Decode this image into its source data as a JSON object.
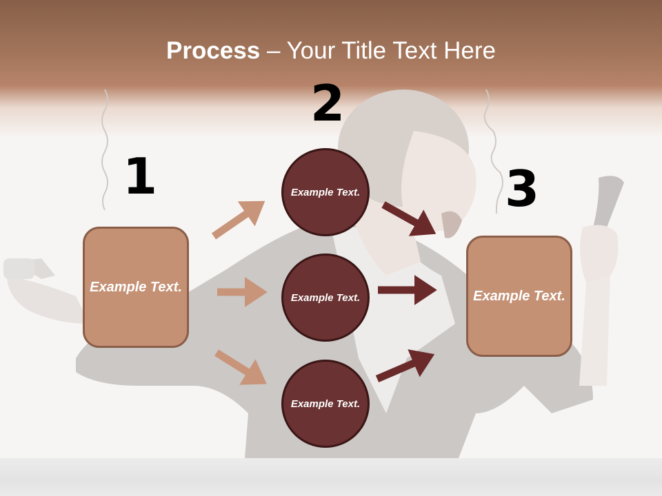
{
  "slide": {
    "title_bold": "Process",
    "title_rest": " – Your Title Text Here"
  },
  "steps": [
    {
      "number": "1",
      "label": "Example Text."
    },
    {
      "number": "2",
      "label": ""
    },
    {
      "number": "3",
      "label": "Example Text."
    }
  ],
  "circles": [
    {
      "label": "Example Text."
    },
    {
      "label": "Example Text."
    },
    {
      "label": "Example Text."
    }
  ],
  "colors": {
    "header": "#a3765c",
    "box_fill": "#c59175",
    "box_border": "#8a5e48",
    "circle_fill": "#6a3232",
    "circle_border": "#3a1515",
    "arrow_light": "#c8947a",
    "arrow_dark": "#6a2a2a"
  }
}
